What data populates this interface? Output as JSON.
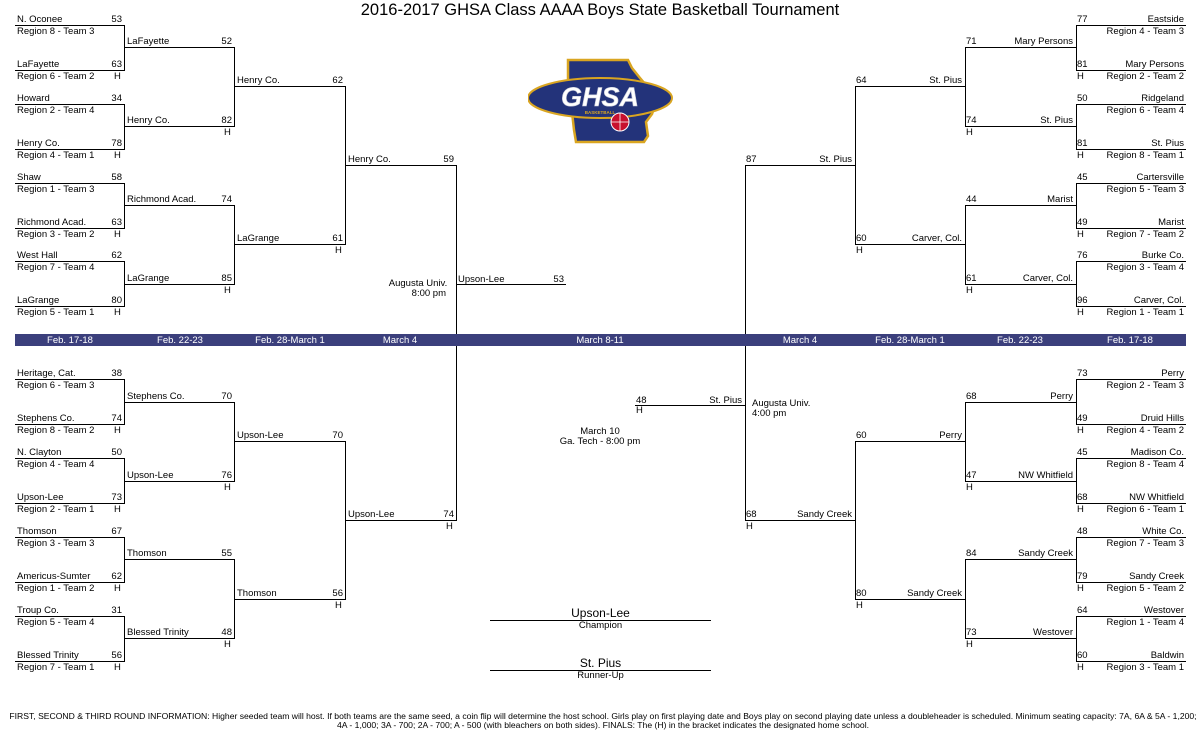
{
  "title": "2016-2017 GHSA Class AAAA Boys State Basketball Tournament",
  "logo_text": "GHSA",
  "logo_subtext": "BASKETBALL",
  "colors": {
    "date_bar": "#3b3f7c",
    "logo_blue": "#23337a",
    "logo_gold": "#d9a521",
    "logo_red": "#c8102e"
  },
  "dates": [
    "Feb. 17-18",
    "Feb. 22-23",
    "Feb. 28-March 1",
    "March 4",
    "March 8-11",
    "March 4",
    "Feb. 28-March 1",
    "Feb. 22-23",
    "Feb. 17-18"
  ],
  "home": "H",
  "r1": {
    "L": [
      {
        "name": "N. Oconee",
        "seed": "Region 8 - Team 3",
        "score": "53"
      },
      {
        "name": "LaFayette",
        "seed": "Region 6 - Team 2",
        "score": "63"
      },
      {
        "name": "Howard",
        "seed": "Region 2 - Team 4",
        "score": "34"
      },
      {
        "name": "Henry Co.",
        "seed": "Region 4 - Team 1",
        "score": "78"
      },
      {
        "name": "Shaw",
        "seed": "Region 1 - Team 3",
        "score": "58"
      },
      {
        "name": "Richmond Acad.",
        "seed": "Region 3 - Team 2",
        "score": "63"
      },
      {
        "name": "West Hall",
        "seed": "Region 7 - Team 4",
        "score": "62"
      },
      {
        "name": "LaGrange",
        "seed": "Region 5 - Team 1",
        "score": "80"
      },
      {
        "name": "Heritage, Cat.",
        "seed": "Region 6 - Team 3",
        "score": "38"
      },
      {
        "name": "Stephens Co.",
        "seed": "Region 8 - Team 2",
        "score": "74"
      },
      {
        "name": "N. Clayton",
        "seed": "Region 4 - Team 4",
        "score": "50"
      },
      {
        "name": "Upson-Lee",
        "seed": "Region 2 - Team 1",
        "score": "73"
      },
      {
        "name": "Thomson",
        "seed": "Region 3 - Team 3",
        "score": "67"
      },
      {
        "name": "Americus-Sumter",
        "seed": "Region 1 - Team 2",
        "score": "62"
      },
      {
        "name": "Troup Co.",
        "seed": "Region 5 - Team 4",
        "score": "31"
      },
      {
        "name": "Blessed Trinity",
        "seed": "Region 7 - Team 1",
        "score": "56"
      }
    ],
    "R": [
      {
        "name": "Eastside",
        "seed": "Region 4 - Team 3",
        "score": "77"
      },
      {
        "name": "Mary Persons",
        "seed": "Region 2 - Team 2",
        "score": "81"
      },
      {
        "name": "Ridgeland",
        "seed": "Region 6 - Team 4",
        "score": "50"
      },
      {
        "name": "St. Pius",
        "seed": "Region 8 - Team 1",
        "score": "81"
      },
      {
        "name": "Cartersville",
        "seed": "Region 5 - Team 3",
        "score": "45"
      },
      {
        "name": "Marist",
        "seed": "Region 7 - Team 2",
        "score": "49"
      },
      {
        "name": "Burke Co.",
        "seed": "Region 3 - Team 4",
        "score": "76"
      },
      {
        "name": "Carver, Col.",
        "seed": "Region 1 - Team 1",
        "score": "96"
      },
      {
        "name": "Perry",
        "seed": "Region 2 - Team 3",
        "score": "73"
      },
      {
        "name": "Druid Hills",
        "seed": "Region 4 - Team 2",
        "score": "49"
      },
      {
        "name": "Madison Co.",
        "seed": "Region 8 - Team 4",
        "score": "45"
      },
      {
        "name": "NW Whitfield",
        "seed": "Region 6 - Team 1",
        "score": "68"
      },
      {
        "name": "White Co.",
        "seed": "Region 7 - Team 3",
        "score": "48"
      },
      {
        "name": "Sandy Creek",
        "seed": "Region 5 - Team 2",
        "score": "79"
      },
      {
        "name": "Westover",
        "seed": "Region 1 - Team 4",
        "score": "64"
      },
      {
        "name": "Baldwin",
        "seed": "Region 3 - Team 1",
        "score": "60"
      }
    ]
  },
  "r2": {
    "L": [
      {
        "name": "LaFayette",
        "score": "52"
      },
      {
        "name": "Henry Co.",
        "score": "82"
      },
      {
        "name": "Richmond Acad.",
        "score": "74"
      },
      {
        "name": "LaGrange",
        "score": "85"
      },
      {
        "name": "Stephens Co.",
        "score": "70"
      },
      {
        "name": "Upson-Lee",
        "score": "76"
      },
      {
        "name": "Thomson",
        "score": "55"
      },
      {
        "name": "Blessed Trinity",
        "score": "48"
      }
    ],
    "R": [
      {
        "name": "Mary Persons",
        "score": "71"
      },
      {
        "name": "St. Pius",
        "score": "74"
      },
      {
        "name": "Marist",
        "score": "44"
      },
      {
        "name": "Carver, Col.",
        "score": "61"
      },
      {
        "name": "Perry",
        "score": "68"
      },
      {
        "name": "NW Whitfield",
        "score": "47"
      },
      {
        "name": "Sandy Creek",
        "score": "84"
      },
      {
        "name": "Westover",
        "score": "73"
      }
    ]
  },
  "r3": {
    "L": [
      {
        "name": "Henry Co.",
        "score": "62"
      },
      {
        "name": "LaGrange",
        "score": "61"
      },
      {
        "name": "Upson-Lee",
        "score": "70"
      },
      {
        "name": "Thomson",
        "score": "56"
      }
    ],
    "R": [
      {
        "name": "St. Pius",
        "score": "64"
      },
      {
        "name": "Carver, Col.",
        "score": "60"
      },
      {
        "name": "Perry",
        "score": "60"
      },
      {
        "name": "Sandy Creek",
        "score": "80"
      }
    ]
  },
  "r4": {
    "L": [
      {
        "name": "Henry Co.",
        "score": "59"
      },
      {
        "name": "Upson-Lee",
        "score": "74"
      }
    ],
    "R": [
      {
        "name": "St. Pius",
        "score": "87"
      },
      {
        "name": "Sandy Creek",
        "score": "68"
      }
    ]
  },
  "semis": {
    "L": {
      "name": "Upson-Lee",
      "score": "53",
      "venue": "Augusta Univ.",
      "time": "8:00 pm"
    },
    "R": {
      "name": "St. Pius",
      "score": "48",
      "venue": "Augusta Univ.",
      "time": "4:00 pm"
    }
  },
  "final_info": {
    "date": "March 10",
    "venue": "Ga. Tech - 8:00 pm"
  },
  "champion": {
    "name": "Upson-Lee",
    "label": "Champion"
  },
  "runner_up": {
    "name": "St. Pius",
    "label": "Runner-Up"
  },
  "footer": "FIRST, SECOND & THIRD ROUND INFORMATION:  Higher seeded team will host. If both teams are the same seed, a coin flip will determine the host school. Girls play on first playing date and Boys  play on second playing date unless a doubleheader is scheduled. Minimum seating capacity: 7A, 6A & 5A - 1,200; 4A - 1,000; 3A - 700; 2A - 700; A - 500 (with bleachers on both sides). FINALS: The (H) in the bracket indicates the designated home school."
}
